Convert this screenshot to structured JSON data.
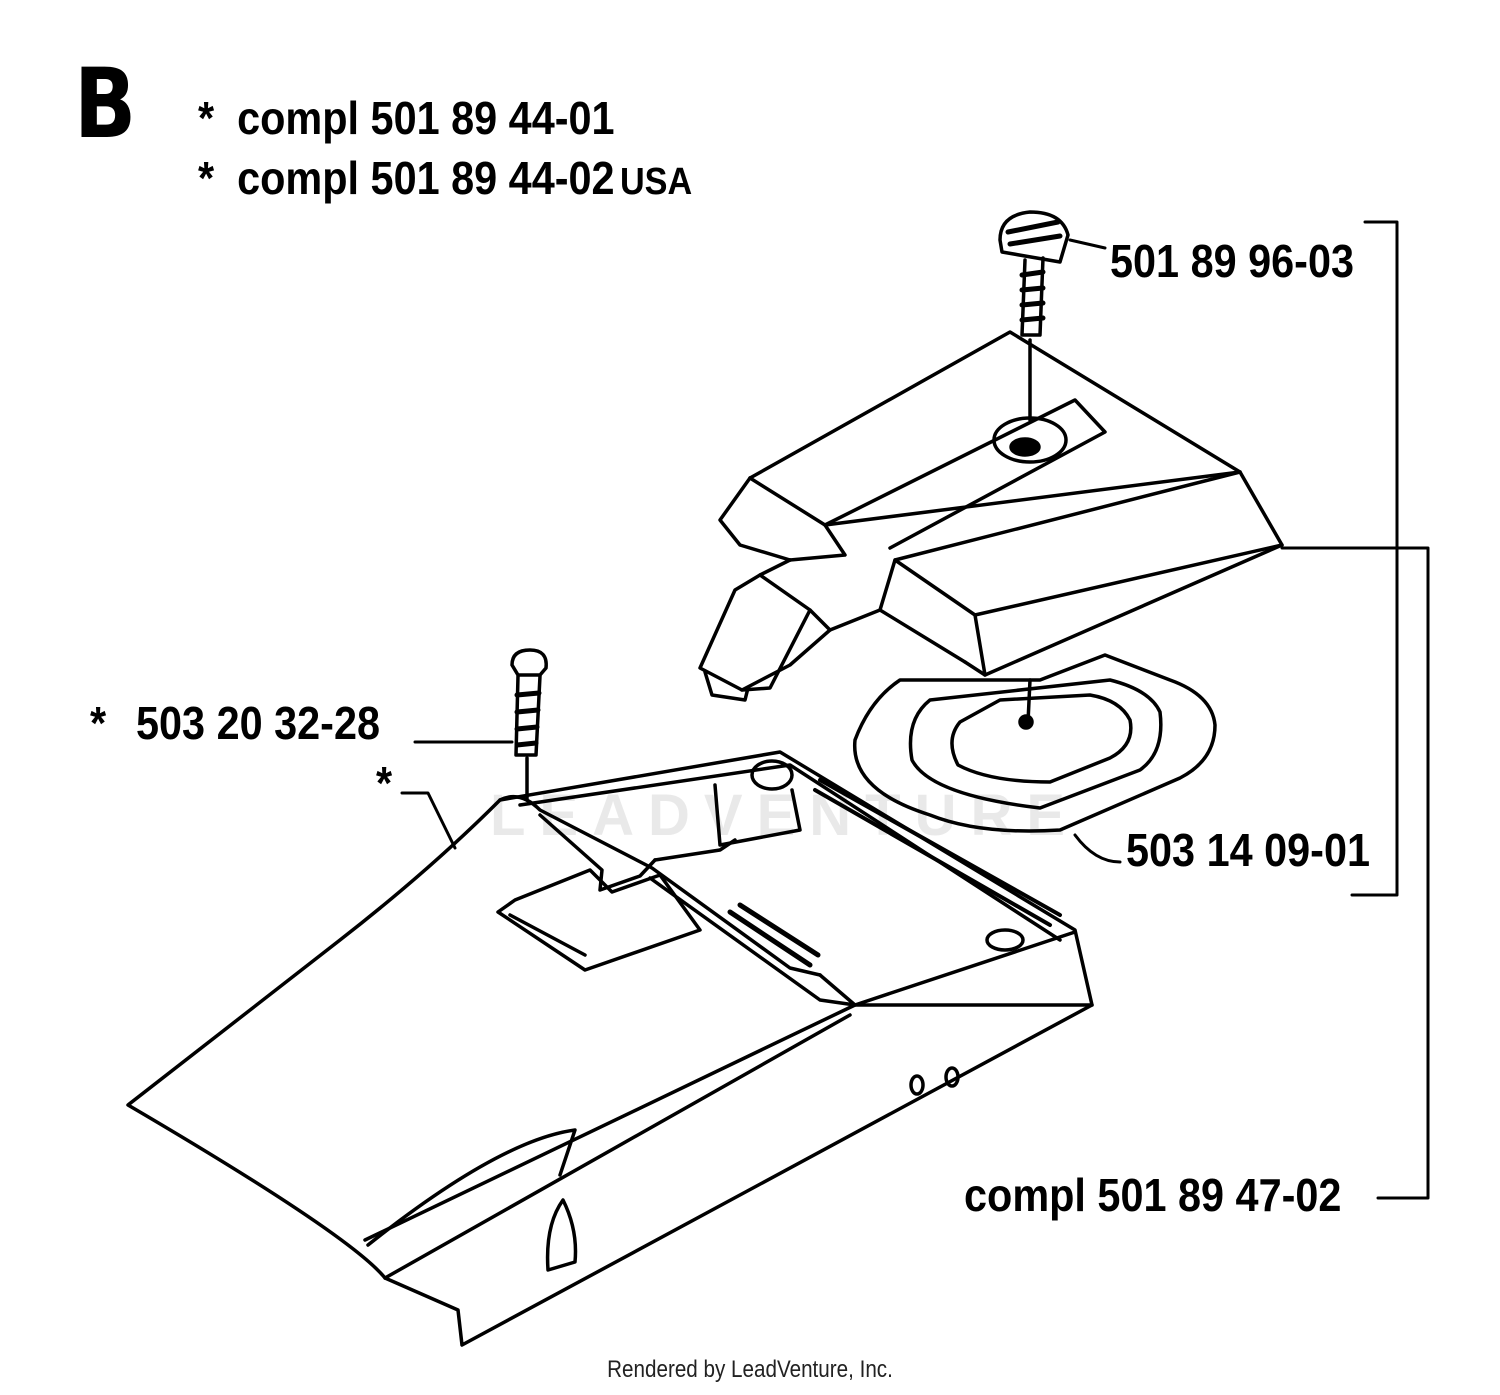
{
  "section_letter": "B",
  "header_lines": [
    {
      "star": "*",
      "text": "compl 501 89 44-01"
    },
    {
      "star": "*",
      "text": "compl 501 89 44-02",
      "suffix": "USA"
    }
  ],
  "callouts": {
    "knob": "501 89 96-03",
    "screw": "503 20 32-28",
    "screw_star": "*",
    "cover_star": "*",
    "filter": "503 14 09-01",
    "assembly": "compl 501 89 47-02"
  },
  "watermark": "LEADVENTURE",
  "footer": "Rendered by LeadVenture, Inc."
}
